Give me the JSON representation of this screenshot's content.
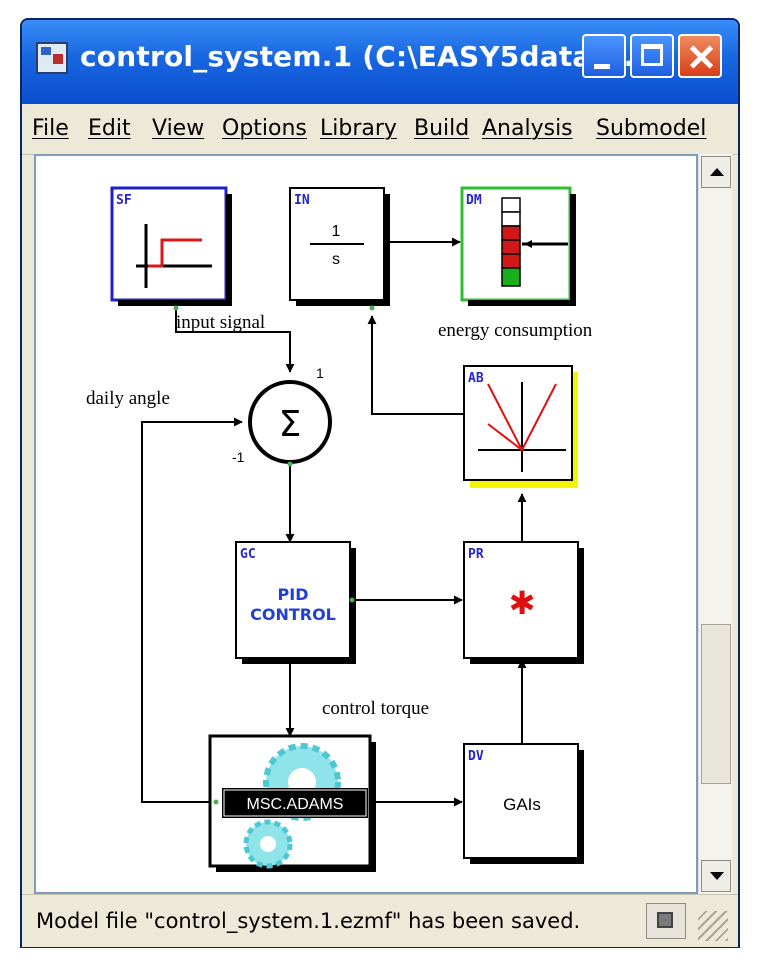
{
  "window": {
    "title": "control_system.1 (C:\\EASY5data\\..."
  },
  "menu": [
    "File",
    "Edit",
    "View",
    "Options",
    "Library",
    "Build",
    "Analysis",
    "Submodel"
  ],
  "blocks": {
    "sf": {
      "code": "SF"
    },
    "in": {
      "code": "IN",
      "numerator": "1",
      "denominator": "s"
    },
    "dm": {
      "code": "DM"
    },
    "ab": {
      "code": "AB"
    },
    "gc": {
      "code": "GC",
      "line1": "PID",
      "line2": "CONTROL"
    },
    "pr": {
      "code": "PR",
      "symbol": "✱"
    },
    "adams": {
      "label": "MSC.ADAMS"
    },
    "dv": {
      "code": "DV",
      "label": "GAIs"
    },
    "sum": {
      "symbol": "Σ",
      "plus_sign": "1",
      "minus_sign": "-1"
    }
  },
  "labels": {
    "input_signal": "input signal",
    "energy_consumption": "energy consumption",
    "daily_angle": "daily angle",
    "control_torque": "control torque"
  },
  "status": {
    "text": "Model file \"control_system.1.ezmf\" has been saved."
  },
  "colors": {
    "title_bar": "#1866e0",
    "sf_border": "#1f1fcf",
    "dm_border": "#2fbf2f",
    "ab_highlight": "#f5f500",
    "block_code": "#2626c9",
    "pid_text": "#1f3fd8",
    "red_mark": "#e01010",
    "meter_red": "#d01818",
    "meter_green": "#18b018"
  }
}
